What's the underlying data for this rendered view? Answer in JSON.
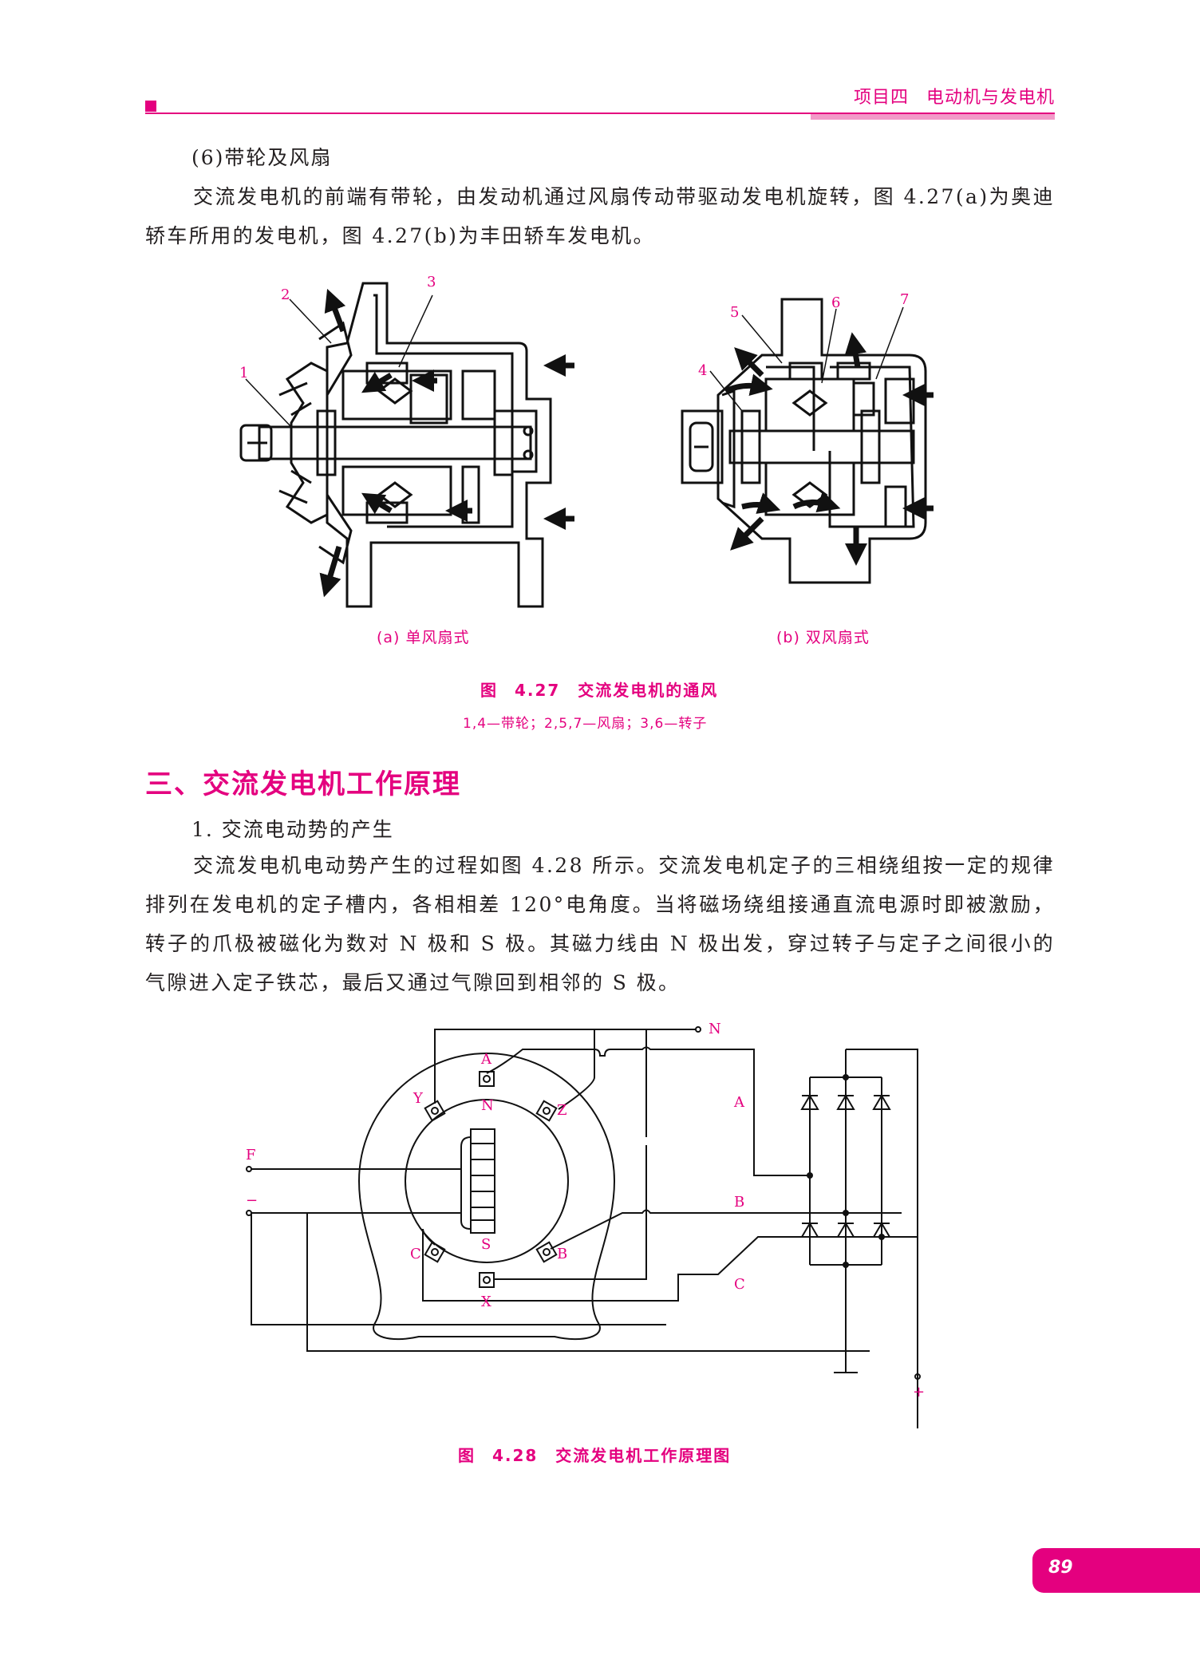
{
  "header": {
    "title": "项目四 电动机与发电机"
  },
  "content": {
    "subheading_belt": "(6)带轮及风扇",
    "para_belt": "交流发电机的前端有带轮，由发动机通过风扇传动带驱动发电机旋转，图 4.27(a)为奥迪轿车所用的发电机，图 4.27(b)为丰田轿车发电机。",
    "section_title": "三、交流发电机工作原理",
    "subheading_emf": "1. 交流电动势的产生",
    "para_emf": "交流发电机电动势产生的过程如图 4.28 所示。交流发电机定子的三相绕组按一定的规律排列在发电机的定子槽内，各相相差 120°电角度。当将磁场绕组接通直流电源时即被激励，转子的爪极被磁化为数对 N 极和 S 极。其磁力线由 N 极出发，穿过转子与定子之间很小的气隙进入定子铁芯，最后又通过气隙回到相邻的 S 极。"
  },
  "figure_427": {
    "panel_a_caption": "(a) 单风扇式",
    "panel_b_caption": "(b) 双风扇式",
    "title": "图 4.27　交流发电机的通风",
    "legend": "1,4—带轮；2,5,7—风扇；3,6—转子",
    "callouts": [
      "1",
      "2",
      "3",
      "4",
      "5",
      "6",
      "7"
    ]
  },
  "figure_428": {
    "title": "图 4.28　交流发电机工作原理图",
    "labels": {
      "N_terminal": "N",
      "A_out": "A",
      "B_out": "B",
      "C_out": "C",
      "F": "F",
      "minus": "−",
      "plus": "+",
      "Y": "Y",
      "A": "A",
      "Z": "Z",
      "C": "C",
      "B": "B",
      "X": "X",
      "pole_N": "N",
      "pole_S": "S"
    }
  },
  "footer": {
    "page_number": "89"
  },
  "colors": {
    "accent": "#e4007f",
    "accent_light": "#f29ac8",
    "text": "#231f20"
  }
}
